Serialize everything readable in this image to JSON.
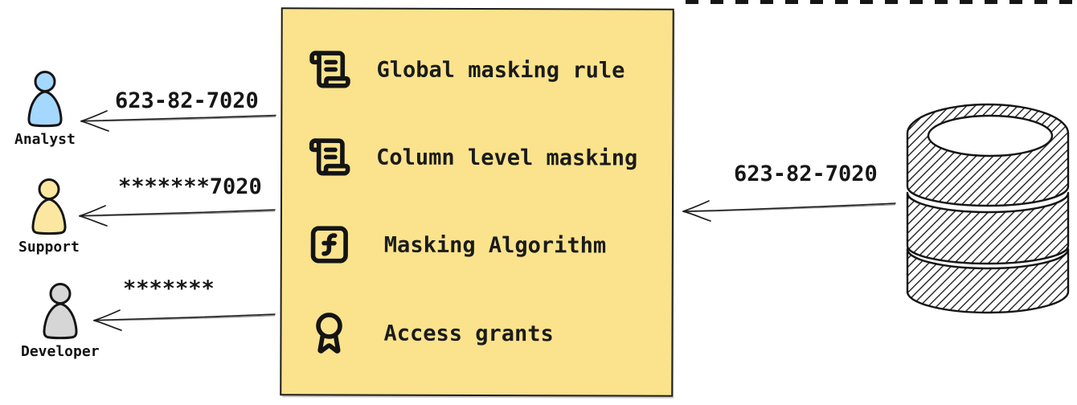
{
  "diagram": {
    "personas": [
      {
        "name": "Analyst",
        "icon": "person-icon",
        "color": "#A5D8FF",
        "received_value": "623-82-7020"
      },
      {
        "name": "Support",
        "icon": "person-icon",
        "color": "#FBE7A1",
        "received_value": "*******7020"
      },
      {
        "name": "Developer",
        "icon": "person-icon",
        "color": "#D6D6D6",
        "received_value": "*******"
      }
    ],
    "masking_box": {
      "background": "#FAE38C",
      "items": [
        {
          "icon": "scroll-text-icon",
          "label": "Global masking rule"
        },
        {
          "icon": "scroll-text-icon",
          "label": "Column level masking"
        },
        {
          "icon": "function-square-icon",
          "label": "Masking Algorithm"
        },
        {
          "icon": "award-icon",
          "label": "Access grants"
        }
      ]
    },
    "source": {
      "icon": "database-icon",
      "value": "623-82-7020"
    }
  }
}
